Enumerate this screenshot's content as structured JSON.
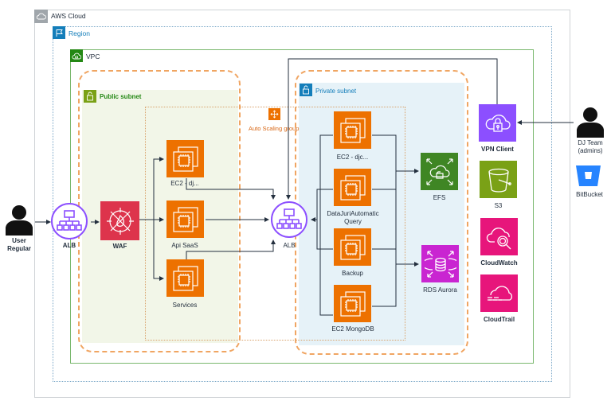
{
  "groups": {
    "aws_cloud": "AWS Cloud",
    "region": "Region",
    "vpc": "VPC",
    "public_subnet": "Public subnet",
    "private_subnet": "Private subnet",
    "auto_scaling_group": "Auto Scaling group"
  },
  "actors": {
    "user_regular": "User\nRegular",
    "dj_team": "DJ Team\n(admins)"
  },
  "nodes": {
    "alb_public": "ALB",
    "waf": "WAF",
    "ec2_dj": "EC2 - dj...",
    "api_saas": "Api SaaS",
    "services": "Services",
    "alb_internal": "ALB",
    "ec2_djc": "EC2 - djc...",
    "datajuri_query": "DataJuriAutomatic\nQuery",
    "backup": "Backup",
    "ec2_mongodb": "EC2 MongoDB",
    "efs": "EFS",
    "rds_aurora": "RDS Aurora",
    "vpn_client": "VPN Client",
    "s3": "S3",
    "cloudwatch": "CloudWatch",
    "cloudtrail": "CloudTrail",
    "bitbucket": "BitBucket"
  },
  "colors": {
    "compute_orange": "#ed7100",
    "storage_green": "#3f8624",
    "database_purple": "#c925d1",
    "network_purple": "#8c4fff",
    "security_red": "#dd344c",
    "management_pink": "#e7157b",
    "s3_green": "#7aa116",
    "bitbucket_blue": "#2684ff",
    "vpc_green": "#248814",
    "region_blue": "#147eba",
    "public_subnet_fill": "#f2f6e8",
    "private_subnet_fill": "#e6f2f8"
  }
}
